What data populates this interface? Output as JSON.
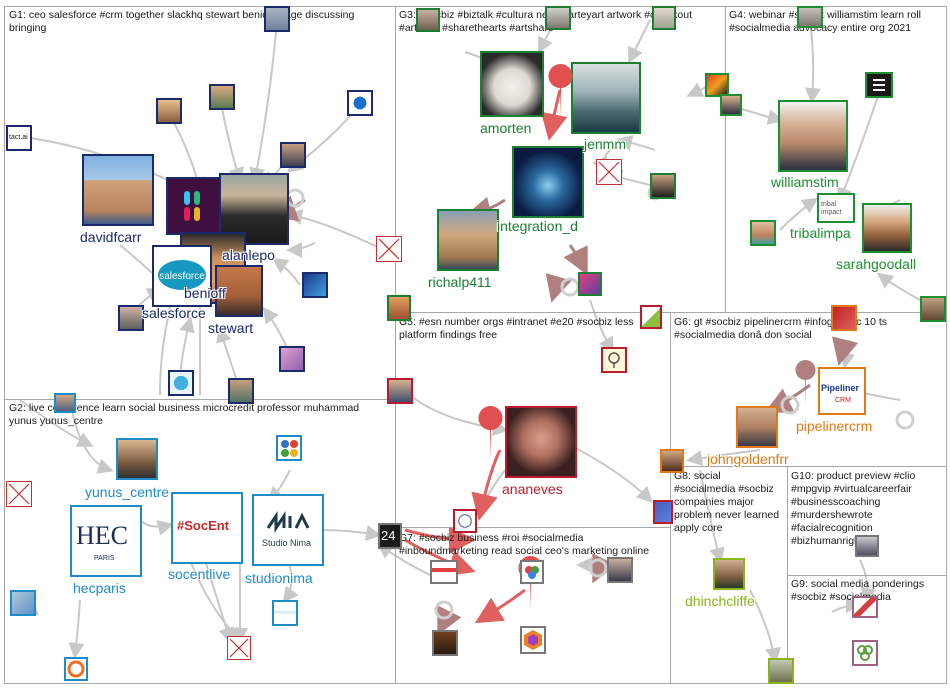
{
  "groups": [
    {
      "id": "G1",
      "title": "G1: ceo salesforce #crm together slackhq stewart benioff stage discussing bringing"
    },
    {
      "id": "G2",
      "title": "G2: live conference learn social business microcredit professor muhammad yunus yunus_centre"
    },
    {
      "id": "G3",
      "title": "G3: #socbiz #biztalk #cultura need #arteyart artwork #checkout #artwork #sharethearts #artshare"
    },
    {
      "id": "G4",
      "title": "G4: webinar #socbiz williamstim learn roll #socialmedia advocacy entire org 2021"
    },
    {
      "id": "G5",
      "title": "G5: #esn number orgs #intranet #e20 #socbiz less platform findings free"
    },
    {
      "id": "G6",
      "title": "G6: gt #socbiz pipelinercrm #infographic 10 ts #socialmedia donâ don social"
    },
    {
      "id": "G7",
      "title": "G7: #socbiz business #roi #socialmedia #inboundmarketing read social ceo's marketing online"
    },
    {
      "id": "G8",
      "title": "G8: social #socialmedia #socbiz companies major problem never learned apply core"
    },
    {
      "id": "G9",
      "title": "G9: social media ponderings #socbiz #socialmedia"
    },
    {
      "id": "G10",
      "title": "G10: product preview #clio #mpgvip #virtualcareerfair #businesscoaching #murdershewrote #facialrecognition #bizhumanrights"
    }
  ],
  "labels": {
    "davidfcarr": "davidfcarr",
    "alanlepo": "alanlepo",
    "benioff": "benioff",
    "salesforce": "salesforce",
    "stewart": "stewart",
    "amorten": "amorten",
    "jenmm": "jenmm",
    "integration_d": "integration_d",
    "richalp411": "richalp411",
    "williamstim": "williamstim",
    "tribalimpa": "tribalimpa",
    "sarahgoodall": "sarahgoodall",
    "yunus_centre": "yunus_centre",
    "hecparis": "hecparis",
    "socentlive": "socentlive",
    "studionima": "studionima",
    "ananeves": "ananeves",
    "pipelinercrm": "pipelinercrm",
    "johngoldenfrr": "johngoldenfrr",
    "dhinchcliffe": "dhinchcliffe"
  },
  "logos": {
    "tact": "tact.ai",
    "hec": "HEC",
    "hec_sub": "PARIS",
    "socent": "#SocEnt",
    "nima": "Studio Nima",
    "pipeliner": "Pipeliner",
    "pipeliner_sub": "CRM",
    "tribal": "tribal impact"
  },
  "colors": {
    "g1_label": "#1b2a6b",
    "g2_label": "#1f8bc7",
    "g3_label": "#1d7f33",
    "g4_label": "#1d8f33",
    "g5_label": "#b81c2d",
    "g6_label": "#e07a16",
    "g8_label": "#8ab41a",
    "edge_gray": "#c8c8c8",
    "edge_red": "#e06060",
    "edge_rose": "#b08080"
  }
}
